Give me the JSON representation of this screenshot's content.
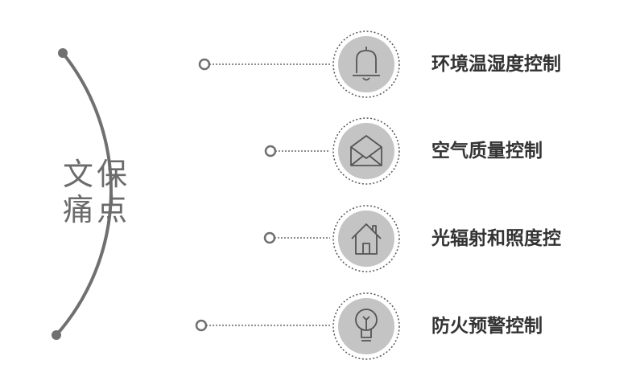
{
  "center_title": {
    "line1": "文保",
    "line2": "痛点"
  },
  "items": [
    {
      "label": "环境温湿度控制",
      "icon": "bell-icon"
    },
    {
      "label": "空气质量控制",
      "icon": "envelope-icon"
    },
    {
      "label": "光辐射和照度控",
      "icon": "house-icon"
    },
    {
      "label": "防火预警控制",
      "icon": "lightbulb-icon"
    }
  ],
  "colors": {
    "arc": "#707070",
    "icon_fill": "#c4c4c4",
    "icon_stroke": "#555555",
    "dotted": "#666666",
    "label_text": "#333333",
    "title_text": "#6b6b6b"
  }
}
